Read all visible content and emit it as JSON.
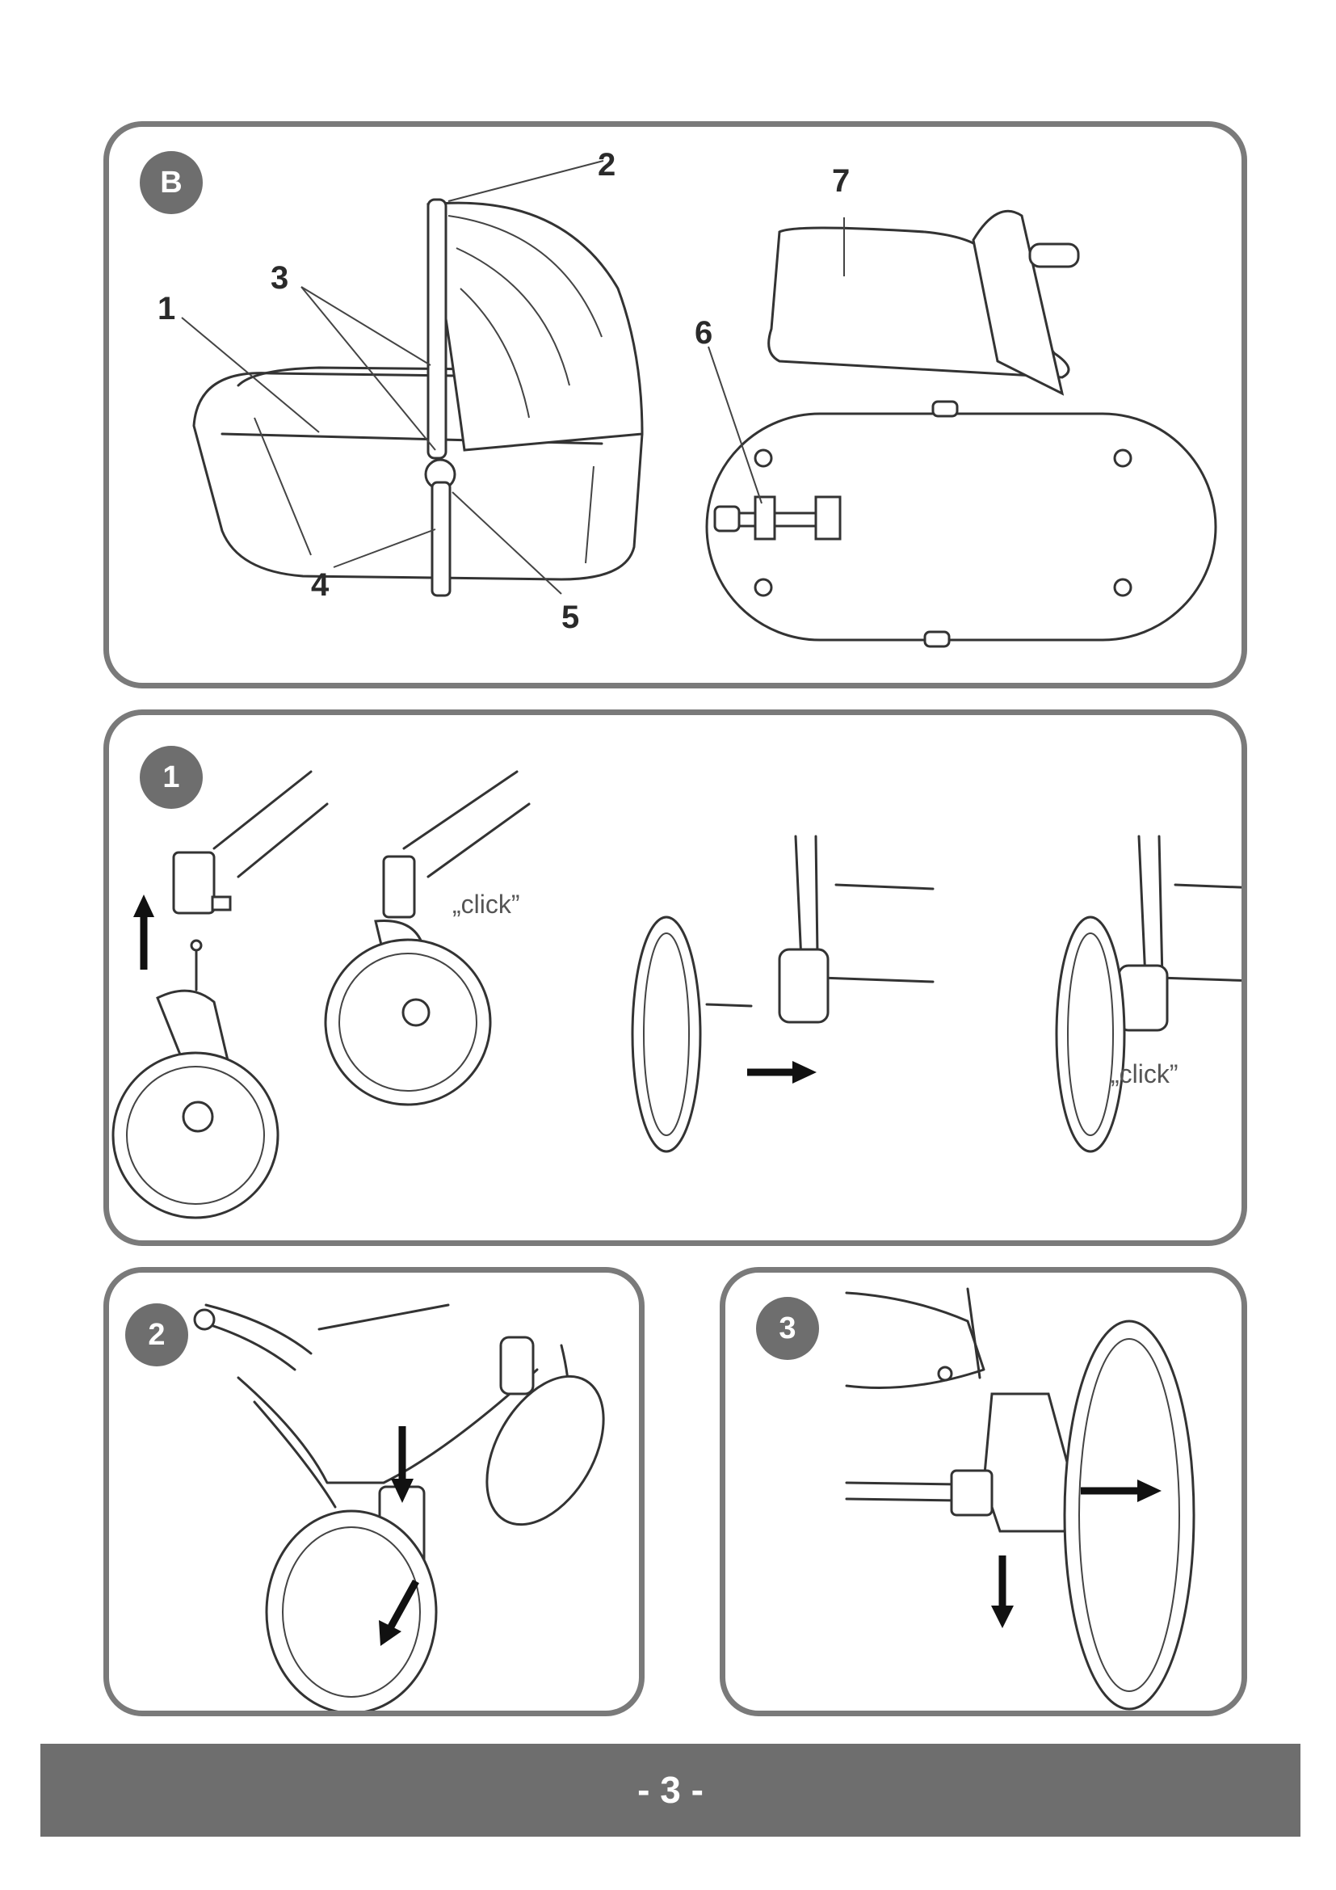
{
  "panels": {
    "b": {
      "badge": "B",
      "callouts": [
        "1",
        "2",
        "3",
        "4",
        "5",
        "6",
        "7"
      ]
    },
    "step1": {
      "badge": "1",
      "click_label_1": "„click”",
      "click_label_2": "„click”"
    },
    "step2": {
      "badge": "2"
    },
    "step3": {
      "badge": "3"
    }
  },
  "footer": {
    "page_number": "- 3 -"
  }
}
